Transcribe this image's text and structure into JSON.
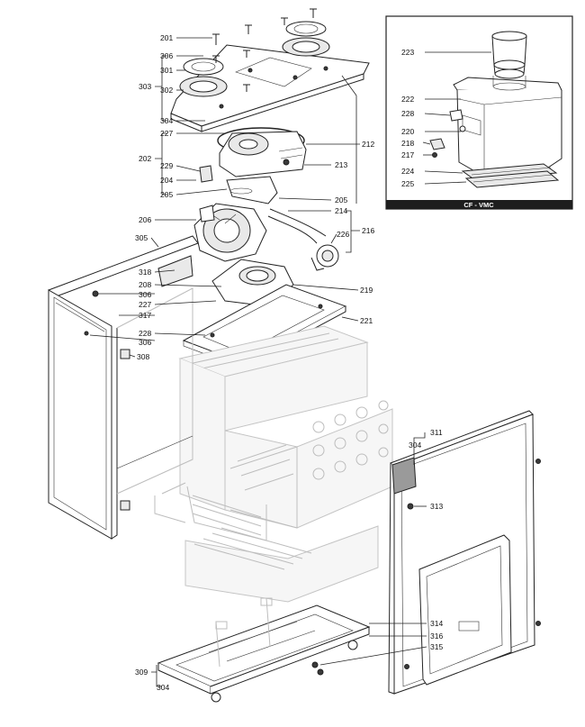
{
  "diagram": {
    "inset_caption": "CF - VMC",
    "labels": {
      "l201": "201",
      "l306a": "306",
      "l301": "301",
      "l303": "303",
      "l302": "302",
      "l304a": "304",
      "l227a": "227",
      "l202": "202",
      "l229": "229",
      "l204": "204",
      "l205a": "205",
      "l206": "206",
      "l305": "305",
      "l318": "318",
      "l306b": "306",
      "l208": "208",
      "l227b": "227",
      "l317": "317",
      "l228a": "228",
      "l306c": "306",
      "l308": "308",
      "l212": "212",
      "l213": "213",
      "l205b": "205",
      "l214": "214",
      "l216": "216",
      "l226": "226",
      "l219": "219",
      "l221": "221",
      "l311": "311",
      "l304b": "304",
      "l313": "313",
      "l314": "314",
      "l316": "316",
      "l315": "315",
      "l309": "309",
      "l304c": "304",
      "l223": "223",
      "l222": "222",
      "l228b": "228",
      "l220": "220",
      "l218": "218",
      "l217": "217",
      "l224": "224",
      "l225": "225"
    }
  }
}
